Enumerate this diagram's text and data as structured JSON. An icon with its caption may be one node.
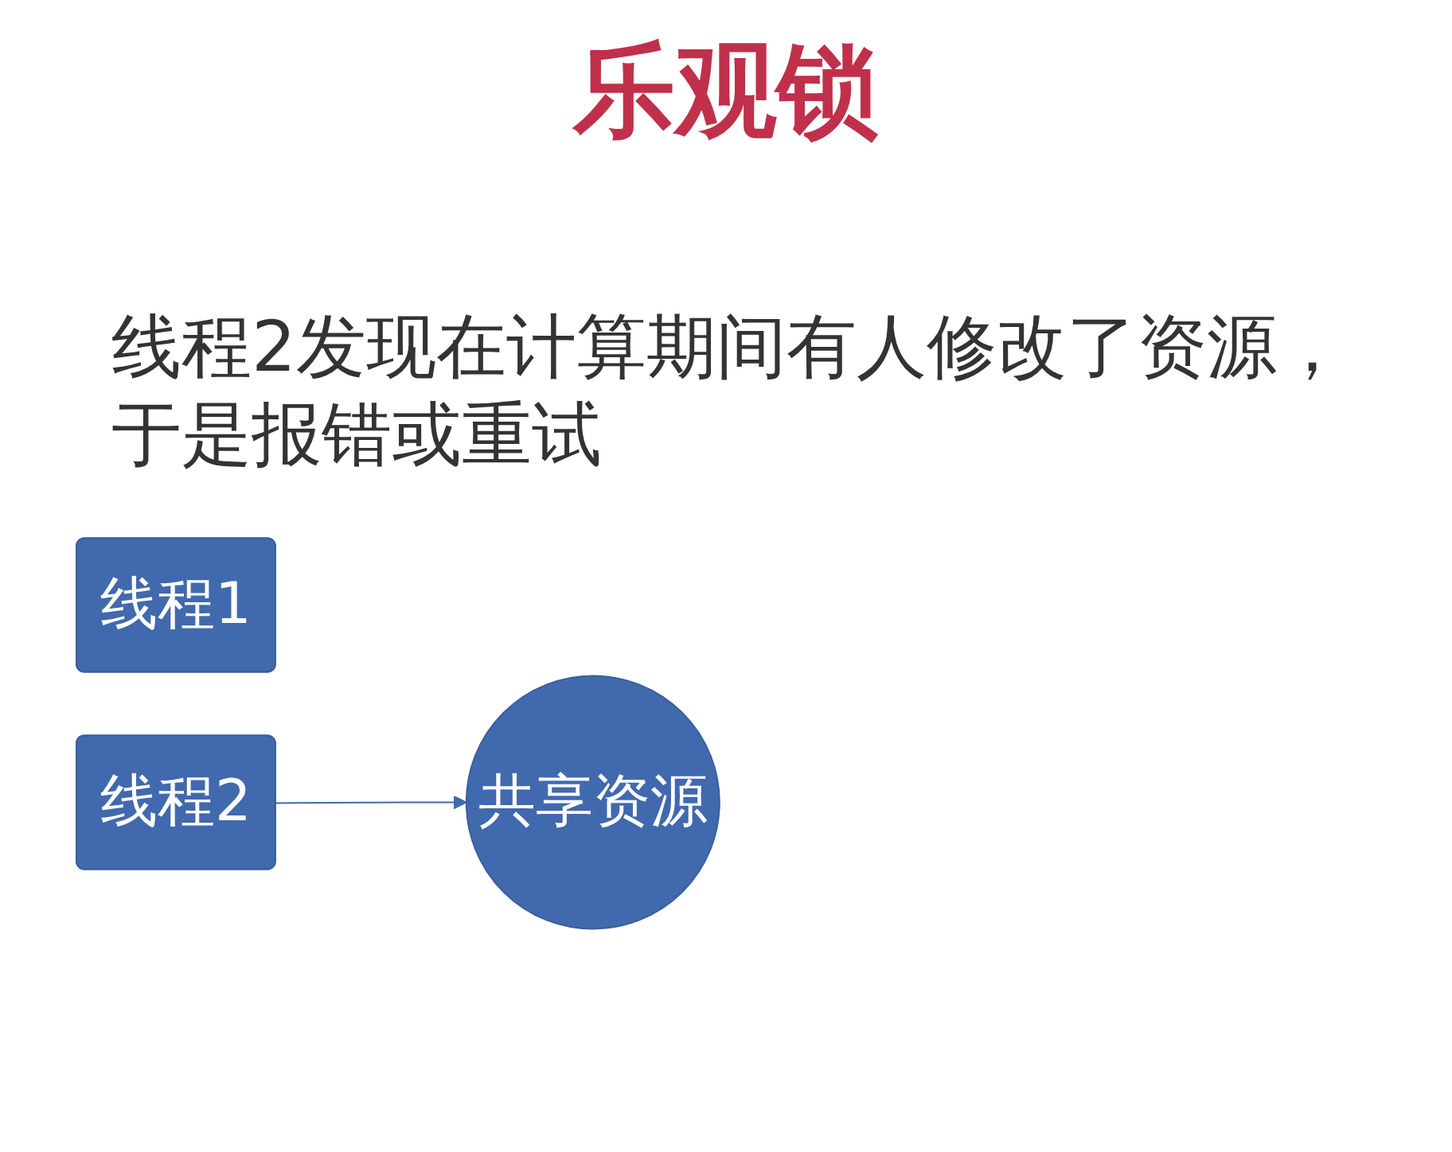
{
  "diagram": {
    "title": "乐观锁",
    "nodes": [
      {
        "text": [
          "线程1"
        ]
      },
      {
        "text": [
          "线程2"
        ]
      },
      {
        "text": [
          "共享资源"
        ]
      }
    ],
    "edges": [
      {
        "from": 1,
        "to": 2,
        "arrow": "to"
      }
    ],
    "labels": [
      "线程2发现在计算期间有人修改了资源，于是报错或重试"
    ]
  }
}
